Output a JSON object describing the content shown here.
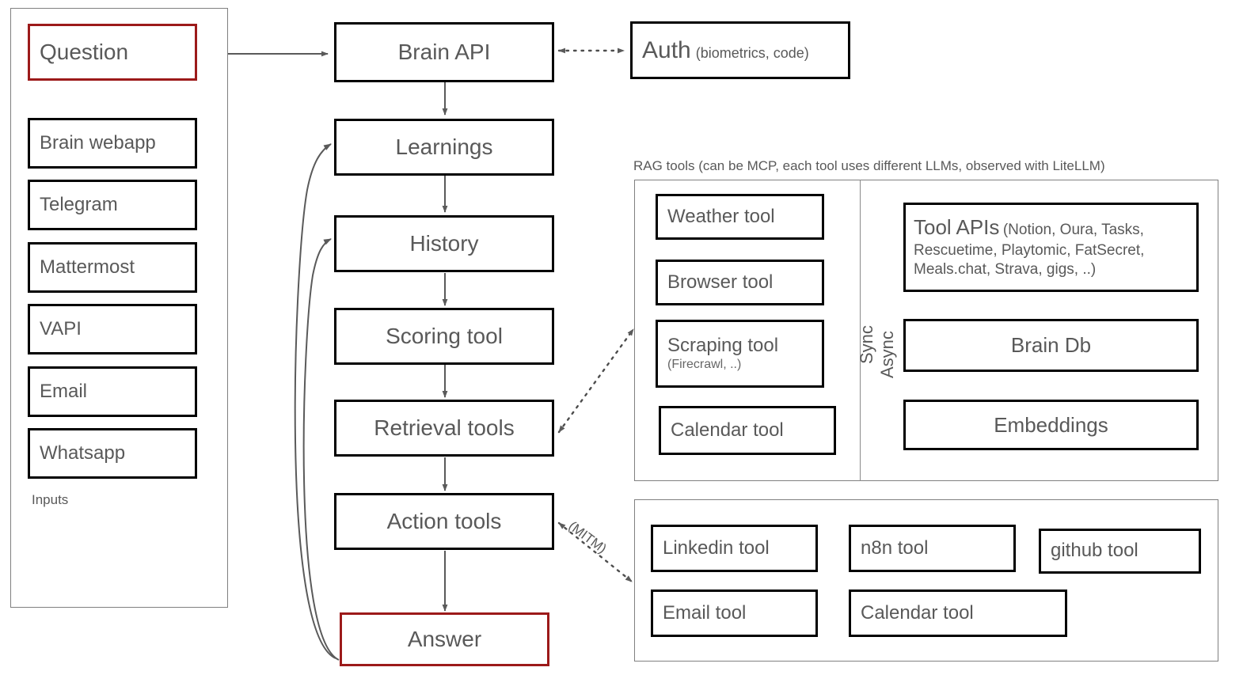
{
  "colors": {
    "accent_red": "#9C1A1A",
    "box_border": "#000000",
    "panel_border": "#808080",
    "text": "#595959",
    "background": "#ffffff"
  },
  "inputs_panel": {
    "caption": "Inputs",
    "primary": {
      "label": "Question"
    },
    "items": [
      {
        "label": "Brain webapp"
      },
      {
        "label": "Telegram"
      },
      {
        "label": "Mattermost"
      },
      {
        "label": "VAPI"
      },
      {
        "label": "Email"
      },
      {
        "label": "Whatsapp"
      }
    ]
  },
  "pipeline": {
    "nodes": [
      {
        "label": "Brain API"
      },
      {
        "label": "Learnings"
      },
      {
        "label": "History"
      },
      {
        "label": "Scoring tool"
      },
      {
        "label": "Retrieval tools"
      },
      {
        "label": "Action tools"
      },
      {
        "label": "Answer"
      }
    ]
  },
  "auth": {
    "title": "Auth",
    "detail": "(biometrics, code)"
  },
  "rag_panel": {
    "caption": "RAG tools (can be MCP, each tool uses different LLMs, observed with LiteLLM)",
    "sync_label": "Sync",
    "async_label": "Async",
    "sync_tools": [
      {
        "label": "Weather tool",
        "sub": ""
      },
      {
        "label": "Browser tool",
        "sub": ""
      },
      {
        "label": "Scraping tool",
        "sub": "(Firecrawl, ..)"
      },
      {
        "label": "Calendar tool",
        "sub": ""
      }
    ],
    "async_tools": [
      {
        "title": "Tool APIs",
        "detail": "(Notion, Oura, Tasks, Rescuetime, Playtomic, FatSecret, Meals.chat, Strava, gigs, ..)"
      },
      {
        "title": "Brain Db",
        "detail": ""
      },
      {
        "title": "Embeddings",
        "detail": ""
      }
    ]
  },
  "action_panel": {
    "connector_label": "(MITM)",
    "tools_row1": [
      {
        "label": "Linkedin tool"
      },
      {
        "label": "n8n tool"
      },
      {
        "label": "github tool"
      }
    ],
    "tools_row2": [
      {
        "label": "Email tool"
      },
      {
        "label": "Calendar tool"
      }
    ]
  }
}
